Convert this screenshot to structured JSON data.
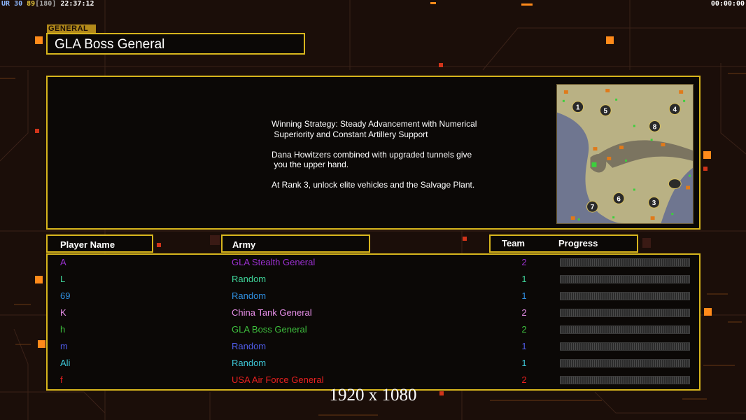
{
  "hud": {
    "left_label": "UR",
    "left_val1": "30",
    "left_val2": "89",
    "left_bracket": "[180]",
    "clock": "22:37:12",
    "timer": "00:00:00"
  },
  "general": {
    "tag": "GENERAL",
    "name": "GLA Boss General"
  },
  "strategy": {
    "lines": [
      "Winning Strategy: Steady Advancement with Numerical\n Superiority and Constant Artillery Support",
      "Dana Howitzers combined with upgraded tunnels give\n you the upper hand.",
      "At Rank 3, unlock elite vehicles and the Salvage Plant."
    ]
  },
  "minimap": {
    "start_positions": [
      "1",
      "5",
      "4",
      "8",
      "6",
      "3",
      "7"
    ]
  },
  "table": {
    "headers": {
      "player": "Player Name",
      "army": "Army",
      "team": "Team",
      "progress": "Progress"
    },
    "rows": [
      {
        "name": "A",
        "army": "GLA Stealth General",
        "team": "2",
        "color": "#9b30d0",
        "progress": 0
      },
      {
        "name": "L",
        "army": "Random",
        "team": "1",
        "color": "#3fd59a",
        "progress": 0
      },
      {
        "name": "69",
        "army": "Random",
        "team": "1",
        "color": "#2f8fe0",
        "progress": 0
      },
      {
        "name": "K",
        "army": "China Tank General",
        "team": "2",
        "color": "#e78fe8",
        "progress": 0
      },
      {
        "name": "h",
        "army": "GLA Boss General",
        "team": "2",
        "color": "#3ec03e",
        "progress": 0
      },
      {
        "name": "m",
        "army": "Random",
        "team": "1",
        "color": "#4f5ce8",
        "progress": 0
      },
      {
        "name": "Ali",
        "army": "Random",
        "team": "1",
        "color": "#3ec8d8",
        "progress": 0
      },
      {
        "name": "f",
        "army": "USA Air Force General",
        "team": "2",
        "color": "#e8201f",
        "progress": 0
      }
    ]
  },
  "resolution": "1920 x 1080",
  "colors": {
    "frame": "#d7b51d",
    "accent_orange": "#ff8a1a",
    "hud_yellow": "#e6c53a",
    "hud_blue": "#8fb8ff"
  }
}
